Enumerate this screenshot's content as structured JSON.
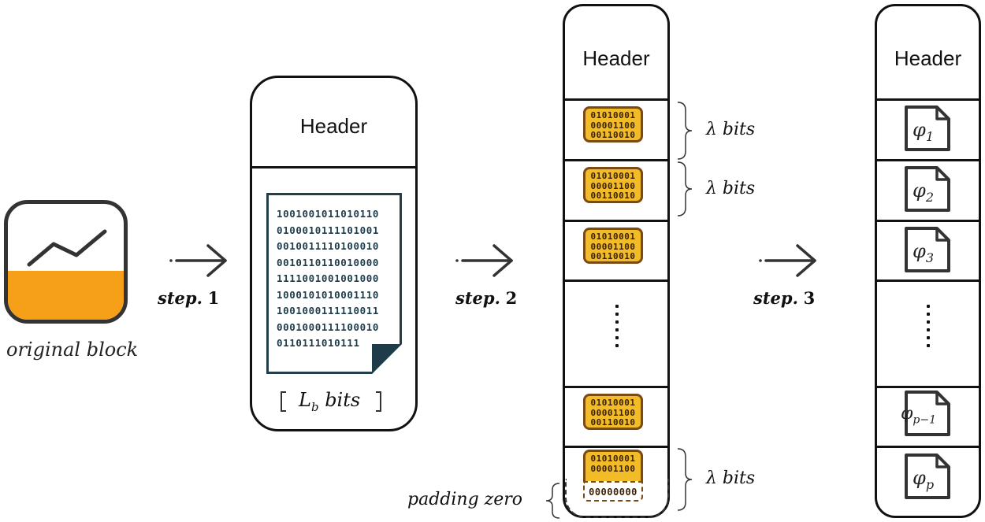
{
  "original_block": {
    "caption": "original block"
  },
  "steps": {
    "step1": "step",
    "step1_num": "1",
    "step2": "step",
    "step2_num": "2",
    "step3": "step",
    "step3_num": "3"
  },
  "card1": {
    "header": "Header",
    "binary_lines": [
      "1001001011010110",
      "0100010111101001",
      "0010011110100010",
      "0010110110010000",
      "1111001001001000",
      "1000101010001110",
      "1001000111110011",
      "0001000111100010",
      "0110111010111"
    ],
    "size_label_var": "L",
    "size_label_sub": "b",
    "size_label_unit": "bits"
  },
  "column2": {
    "header": "Header",
    "chip_lines": [
      "01010001",
      "00001100",
      "00110010"
    ],
    "padding_bits": "00000000",
    "lambda_label": "λ bits",
    "padding_label": "padding zero"
  },
  "column3": {
    "header": "Header",
    "symbol": "φ",
    "subscripts": [
      "1",
      "2",
      "3",
      "p−1",
      "p"
    ]
  },
  "colors": {
    "accent_orange": "#f6a019",
    "chip_yellow": "#f2bb28",
    "chip_border": "#7a4a12",
    "doc_navy": "#243f4c"
  }
}
